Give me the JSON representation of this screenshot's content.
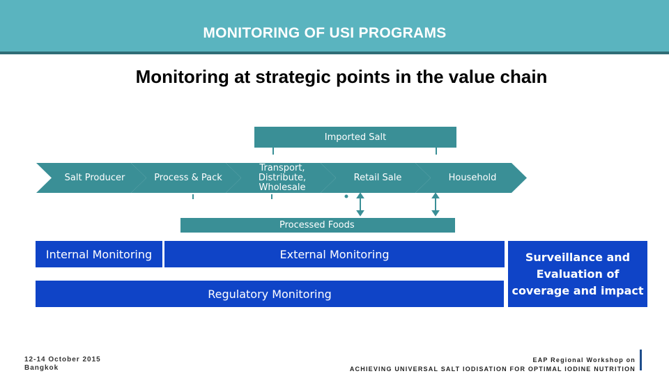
{
  "header": {
    "title": "MONITORING OF USI PROGRAMS"
  },
  "subtitle": "Monitoring at strategic points in the value chain",
  "imported_salt": "Imported Salt",
  "chain": [
    {
      "label": "Salt Producer"
    },
    {
      "label": "Process & Pack"
    },
    {
      "label": "Transport,\nDistribute,\nWholesale"
    },
    {
      "label": "Retail Sale"
    },
    {
      "label": "Household"
    }
  ],
  "processed_foods": "Processed Foods",
  "monitoring": {
    "internal": "Internal Monitoring",
    "external": "External Monitoring",
    "regulatory": "Regulatory Monitoring",
    "surveillance": "Surveillance and Evaluation of coverage and impact"
  },
  "footer": {
    "date": "12-14 October 2015",
    "place": "Bangkok",
    "workshop": "EAP Regional Workshop on",
    "theme": "ACHIEVING UNIVERSAL SALT IODISATION FOR OPTIMAL IODINE NUTRITION"
  },
  "colors": {
    "teal": "#3a8f96",
    "header": "#5ab4bf",
    "blue": "#0f44c7"
  }
}
